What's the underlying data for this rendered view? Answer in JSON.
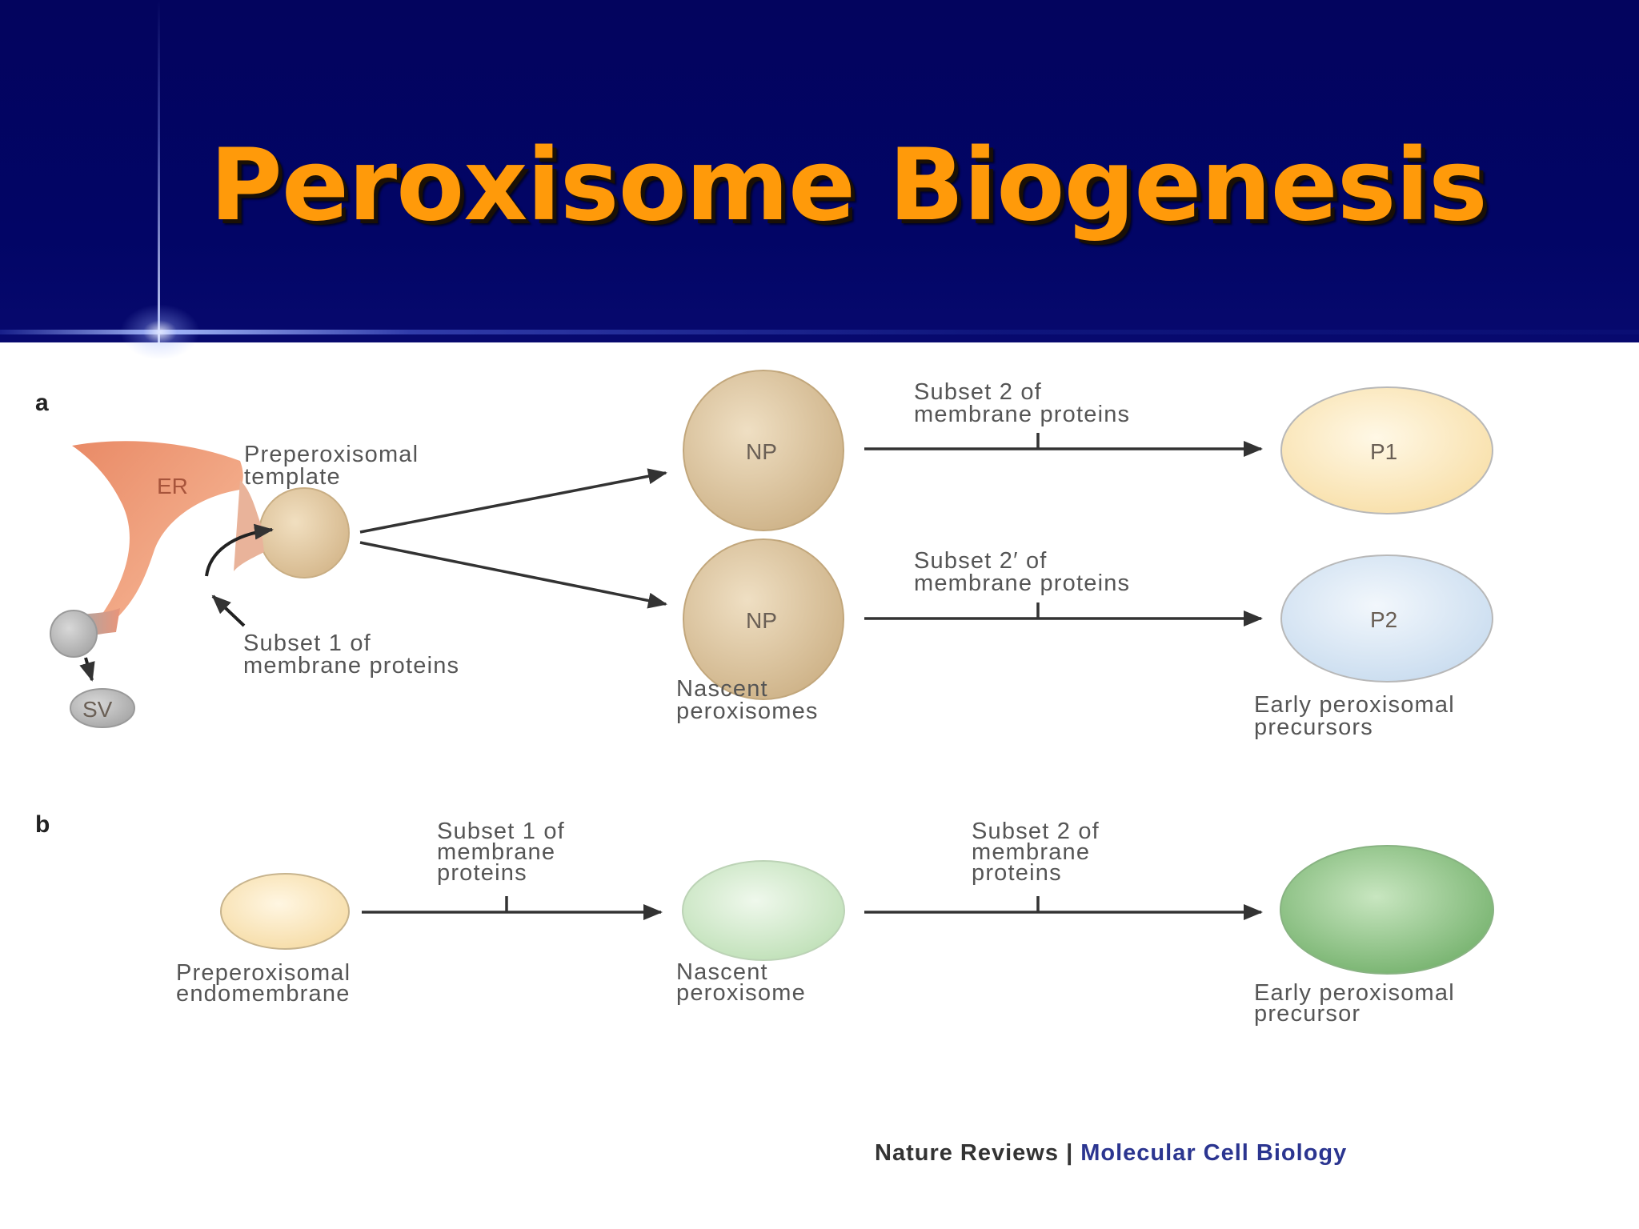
{
  "slide": {
    "title": "Peroxisome Biogenesis"
  },
  "figure": {
    "panel_a": {
      "panel_label": "a",
      "er_label": "ER",
      "sv_label": "SV",
      "template_label": [
        "Preperoxisomal",
        "template"
      ],
      "subset1_label": [
        "Subset 1 of",
        "membrane proteins"
      ],
      "np_top_label": "NP",
      "np_bottom_label": "NP",
      "nascent_label": [
        "Nascent",
        "peroxisomes"
      ],
      "subset2_label": [
        "Subset 2 of",
        "membrane proteins"
      ],
      "subset2prime_label": [
        "Subset 2′ of",
        "membrane proteins"
      ],
      "p1_label": "P1",
      "p2_label": "P2",
      "early_label": [
        "Early peroxisomal",
        "precursors"
      ]
    },
    "panel_b": {
      "panel_label": "b",
      "pre_label": [
        "Preperoxisomal",
        "endomembrane"
      ],
      "subset1_label": [
        "Subset 1 of",
        "membrane",
        "proteins"
      ],
      "nascent_label": [
        "Nascent",
        "peroxisome"
      ],
      "subset2_label": [
        "Subset 2 of",
        "membrane",
        "proteins"
      ],
      "early_label": [
        "Early peroxisomal",
        "precursor"
      ]
    },
    "source": {
      "journal": "Nature Reviews",
      "separator": "|",
      "section": "Molecular Cell Biology"
    }
  },
  "colors": {
    "header_bg": "#03045e",
    "title_color": "#ff9a0a",
    "er_color": "#e8896a",
    "template_fill": "#e2caa6",
    "np_fill": "#dcc6a2",
    "p1_fill": "#fdeec8",
    "p2_fill": "#dde9f6",
    "nascent_b_fill": "#d6ebd2",
    "early_b_fill": "#8fc387",
    "source_journal_color": "#333333",
    "source_section_color": "#2b3590"
  }
}
